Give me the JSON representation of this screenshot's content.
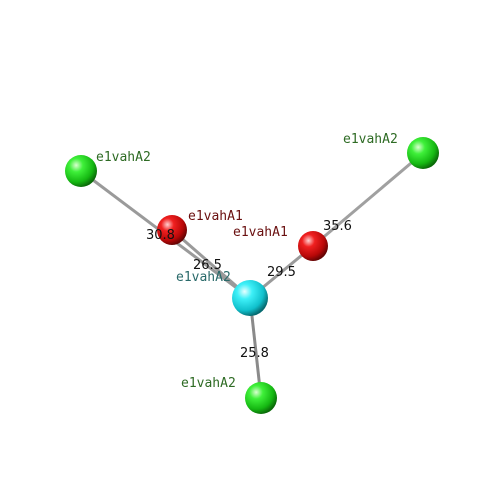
{
  "colors": {
    "background": "#ffffff",
    "green_atom": "#22d91c",
    "red_atom": "#e01010",
    "cyan_atom": "#19e6f0",
    "green_label": "#2e6b24",
    "red_label": "#6a1010",
    "cyan_label": "#2a6a6a",
    "bond": "#8a8a8a",
    "distance_text": "#111111"
  },
  "atoms": [
    {
      "id": "g_left",
      "label": "e1vahA2",
      "kind": "green"
    },
    {
      "id": "g_right",
      "label": "e1vahA2",
      "kind": "green"
    },
    {
      "id": "g_bottom",
      "label": "e1vahA2",
      "kind": "green"
    },
    {
      "id": "r_left",
      "label": "e1vahA1",
      "kind": "red"
    },
    {
      "id": "r_right",
      "label": "e1vahA1",
      "kind": "red"
    },
    {
      "id": "center",
      "label": "e1vahA2",
      "kind": "cyan"
    }
  ],
  "bonds": [
    {
      "from": "g_left",
      "to": "center"
    },
    {
      "from": "r_left",
      "to": "center"
    },
    {
      "from": "r_right",
      "to": "center"
    },
    {
      "from": "g_right",
      "to": "r_right"
    },
    {
      "from": "g_bottom",
      "to": "center"
    }
  ],
  "distances": [
    {
      "id": "d1",
      "text": "30.8"
    },
    {
      "id": "d2",
      "text": "26.5"
    },
    {
      "id": "d3",
      "text": "29.5"
    },
    {
      "id": "d4",
      "text": "35.6"
    },
    {
      "id": "d5",
      "text": "25.8"
    }
  ]
}
